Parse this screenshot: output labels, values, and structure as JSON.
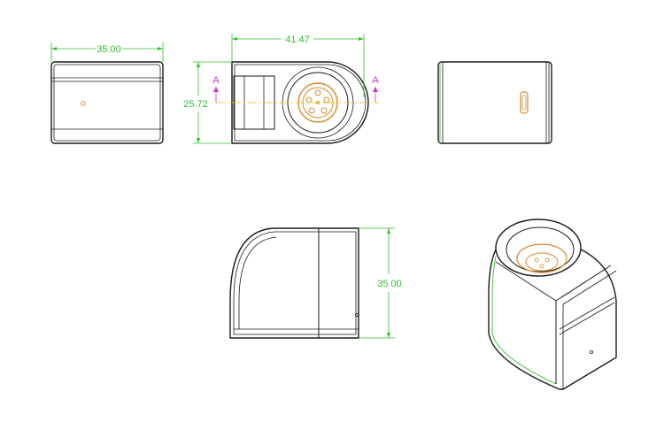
{
  "dimensions": {
    "front_width": "35.00",
    "top_length": "41.47",
    "top_height": "25.72",
    "side_height": "35.00"
  },
  "section_markers": {
    "left": "A",
    "right": "A"
  },
  "colors": {
    "outline": "#1a1a1a",
    "dimension": "#2fbf2f",
    "connector": "#d98a2b",
    "section": "#cc33cc",
    "centerline": "#e6c200"
  }
}
